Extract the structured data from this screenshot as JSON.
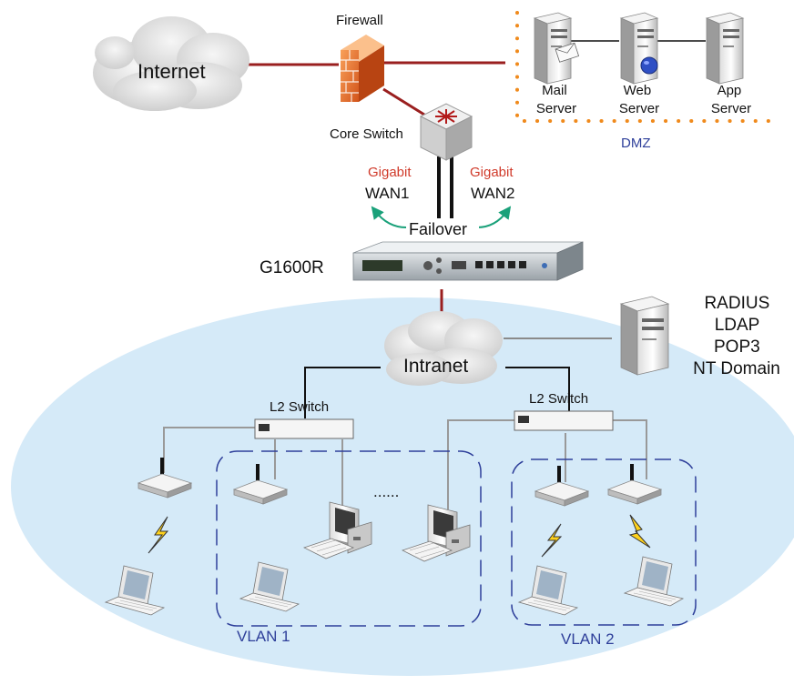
{
  "labels": {
    "internet": "Internet",
    "firewall": "Firewall",
    "core_switch": "Core Switch",
    "mail_server_l1": "Mail",
    "mail_server_l2": "Server",
    "web_server_l1": "Web",
    "web_server_l2": "Server",
    "app_server_l1": "App",
    "app_server_l2": "Server",
    "dmz": "DMZ",
    "gigabit_left": "Gigabit",
    "wan1": "WAN1",
    "gigabit_right": "Gigabit",
    "wan2": "WAN2",
    "failover": "Failover",
    "g1600r": "G1600R",
    "auth_radius": "RADIUS",
    "auth_ldap": "LDAP",
    "auth_pop3": "POP3",
    "auth_nt": "NT Domain",
    "intranet": "Intranet",
    "l2_switch_left": "L2 Switch",
    "l2_switch_right": "L2 Switch",
    "ellipsis": "......",
    "vlan1": "VLAN 1",
    "vlan2": "VLAN 2"
  },
  "colors": {
    "link_red": "#9a1f1f",
    "accent_red": "#d03a2a",
    "dmz_orange": "#f08a1c",
    "vlan_blue": "#2e3f9a",
    "arrow_green": "#1aa17a",
    "lan_blue": "#d5eaf8",
    "cloud": "#e6e6e6"
  },
  "icons": {
    "internet": "cloud-icon",
    "firewall": "firewall-icon",
    "core_switch": "switch-icon",
    "servers": "server-icon",
    "router": "router-device-icon",
    "auth_server": "server-icon",
    "access_point": "wireless-ap-icon",
    "laptop": "laptop-icon",
    "desktop": "desktop-pc-icon",
    "wireless_signal": "lightning-icon"
  }
}
